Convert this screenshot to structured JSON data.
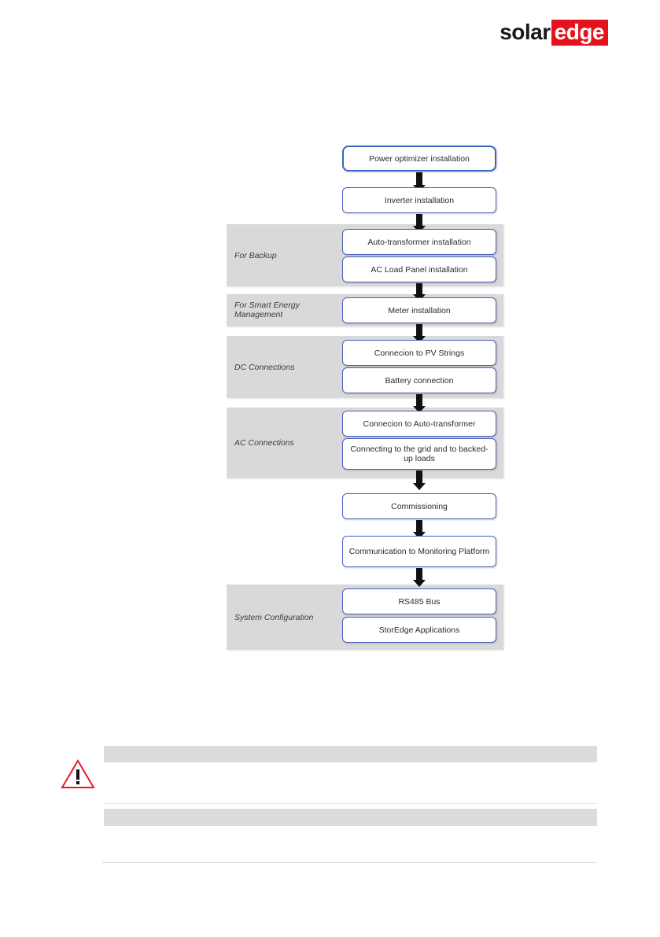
{
  "brand": {
    "logo_solar": "solar",
    "logo_edge": "edge",
    "logo_red": "#e4121c"
  },
  "flowchart": {
    "type": "flowchart",
    "accent_border": "#4a5fc1",
    "highlight_border": "#3b62c4",
    "band_color": "#d9d9d9",
    "nodes": [
      {
        "label": "Power optimizer installation",
        "highlighted": true
      },
      {
        "label": "Inverter installation",
        "highlighted": false
      },
      {
        "label": "Auto-transformer installation",
        "highlighted": false
      },
      {
        "label": "AC Load Panel installation",
        "highlighted": false
      },
      {
        "label": "Meter installation",
        "highlighted": false
      },
      {
        "label": "Connecion to PV Strings",
        "highlighted": false
      },
      {
        "label": "Battery connection",
        "highlighted": false
      },
      {
        "label": "Connecion to Auto-transformer",
        "highlighted": false
      },
      {
        "label": "Connecting to the grid and to backed-up loads",
        "highlighted": false
      },
      {
        "label": "Commissioning",
        "highlighted": false
      },
      {
        "label": "Communication to Monitoring Platform",
        "highlighted": false
      },
      {
        "label": "RS485 Bus",
        "highlighted": false
      },
      {
        "label": "StorEdge Applications",
        "highlighted": false
      }
    ],
    "groups": [
      {
        "label": "For Backup",
        "nodes": [
          "Auto-transformer installation",
          "AC Load Panel installation"
        ]
      },
      {
        "label": "For Smart Energy Management",
        "nodes": [
          "Meter installation"
        ]
      },
      {
        "label": "DC Connections",
        "nodes": [
          "Connecion to PV Strings",
          "Battery connection"
        ]
      },
      {
        "label": "AC Connections",
        "nodes": [
          "Connecion to Auto-transformer",
          "Connecting to the grid and to backed-up loads"
        ]
      },
      {
        "label": "System Configuration",
        "nodes": [
          "RS485 Bus",
          "StorEdge Applications"
        ]
      }
    ]
  },
  "note": {
    "icon": "warning-triangle-icon",
    "icon_color": "#e01b2b",
    "heading_text": "",
    "body_text": "",
    "second_heading_text": ""
  }
}
